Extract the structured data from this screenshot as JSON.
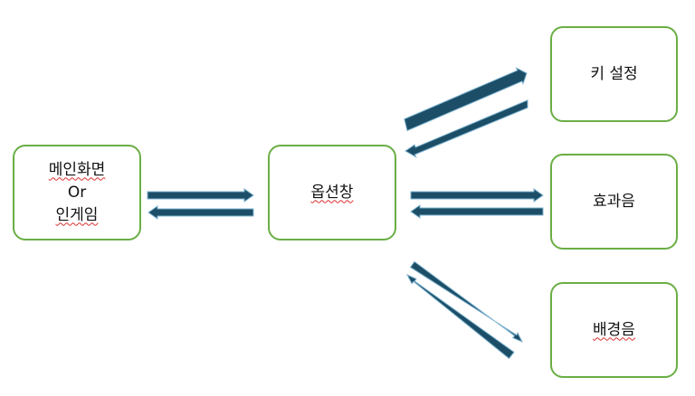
{
  "nodes": {
    "main": {
      "line1": "메인화면",
      "line2": "Or",
      "line3": "인게임"
    },
    "options": {
      "label": "옵션창"
    },
    "keys": {
      "label": "키 설정"
    },
    "sfx": {
      "label": "효과음"
    },
    "bgm": {
      "label": "배경음"
    }
  },
  "edges": [
    {
      "from": "main",
      "to": "options"
    },
    {
      "from": "options",
      "to": "main"
    },
    {
      "from": "options",
      "to": "keys"
    },
    {
      "from": "keys",
      "to": "options"
    },
    {
      "from": "options",
      "to": "sfx"
    },
    {
      "from": "sfx",
      "to": "options"
    },
    {
      "from": "options",
      "to": "bgm"
    },
    {
      "from": "bgm",
      "to": "options"
    }
  ],
  "colors": {
    "node_border": "#6aae45",
    "arrow_fill": "#1d4e68",
    "arrow_outline": "#7fb4d0",
    "spell_underline": "#d9302f"
  }
}
